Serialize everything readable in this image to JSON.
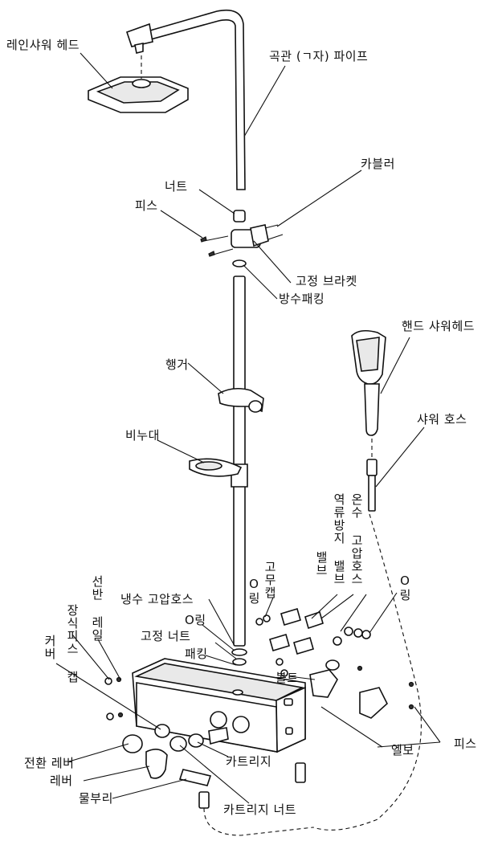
{
  "labels": {
    "rain_shower_head": "레인샤워 헤드",
    "elbow_pipe": "곡관 (ㄱ자) 파이프",
    "coupler": "카블러",
    "nut": "너트",
    "screw": "피스",
    "fixing_bracket": "고정 브라켓",
    "waterproof_packing": "방수패킹",
    "holder": "행거",
    "hand_shower_head": "핸드 샤워헤드",
    "shower_hose": "샤워 호스",
    "soap_dish": "비누대",
    "hot_water_hose": "온수 고압호스",
    "check_valve": "역류방지 밸브",
    "valve": "밸브",
    "rubber_cap": "고무캡",
    "o_ring_right": "O링",
    "o_ring_cap": "O링",
    "cold_water_hose": "냉수 고압호스",
    "o_ring_center": "O링",
    "fixing_nut": "고정 너트",
    "packing": "패킹",
    "shelf_rail": "선반 레일",
    "decor_screw_cap": "장식피스 캡",
    "cover": "커버",
    "bolt": "볼트",
    "screw_bottom": "피스",
    "elbow": "엘보",
    "cartridge": "카트리지",
    "diverter_lever": "전환 레버",
    "lever": "레버",
    "spout": "물부리",
    "cartridge_nut": "카트리지 너트"
  }
}
